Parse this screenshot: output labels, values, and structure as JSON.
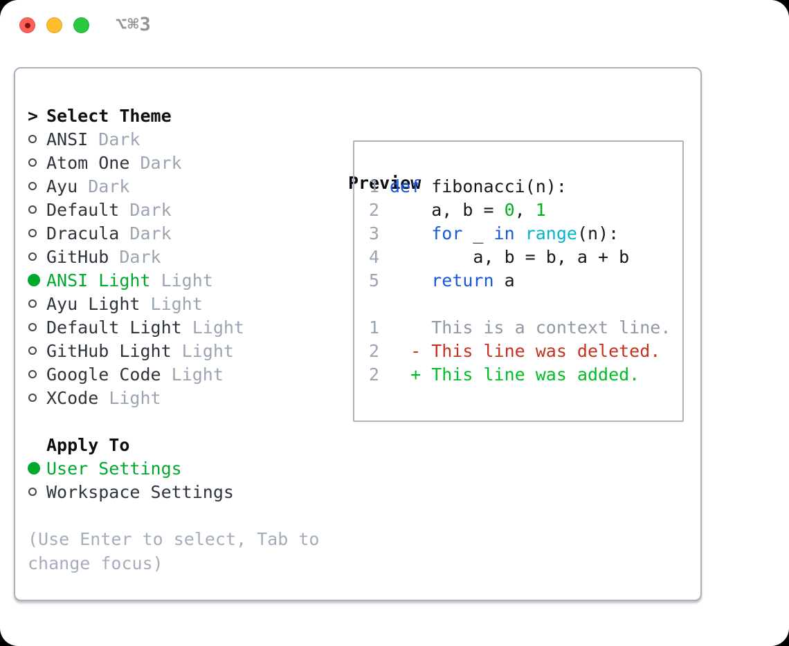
{
  "window": {
    "shortcut": "⌥⌘3",
    "traffic_lights": [
      "close",
      "minimize",
      "zoom"
    ]
  },
  "theme_picker": {
    "title": "Select Theme",
    "items": [
      {
        "name": "ANSI",
        "tag": "Dark",
        "selected": false
      },
      {
        "name": "Atom One",
        "tag": "Dark",
        "selected": false
      },
      {
        "name": "Ayu",
        "tag": "Dark",
        "selected": false
      },
      {
        "name": "Default",
        "tag": "Dark",
        "selected": false
      },
      {
        "name": "Dracula",
        "tag": "Dark",
        "selected": false
      },
      {
        "name": "GitHub",
        "tag": "Dark",
        "selected": false
      },
      {
        "name": "ANSI Light",
        "tag": "Light",
        "selected": true
      },
      {
        "name": "Ayu Light",
        "tag": "Light",
        "selected": false
      },
      {
        "name": "Default Light",
        "tag": "Light",
        "selected": false
      },
      {
        "name": "GitHub Light",
        "tag": "Light",
        "selected": false
      },
      {
        "name": "Google Code",
        "tag": "Light",
        "selected": false
      },
      {
        "name": "XCode",
        "tag": "Light",
        "selected": false
      }
    ],
    "apply_to": {
      "title": "Apply To",
      "options": [
        {
          "name": "User Settings",
          "selected": true
        },
        {
          "name": "Workspace Settings",
          "selected": false
        }
      ]
    },
    "hint_line1": "(Use Enter to select, Tab to",
    "hint_line2": "change focus)"
  },
  "preview": {
    "title": "Preview",
    "lines": [
      {
        "kind": "code",
        "no": "1",
        "segments": [
          {
            "t": "def",
            "c": "kw"
          },
          {
            "t": " fibonacci(n):",
            "c": "plain"
          }
        ]
      },
      {
        "kind": "code",
        "no": "2",
        "segments": [
          {
            "t": "    a, b = ",
            "c": "plain"
          },
          {
            "t": "0",
            "c": "num"
          },
          {
            "t": ", ",
            "c": "plain"
          },
          {
            "t": "1",
            "c": "num"
          }
        ]
      },
      {
        "kind": "code",
        "no": "3",
        "segments": [
          {
            "t": "    ",
            "c": "plain"
          },
          {
            "t": "for",
            "c": "kw"
          },
          {
            "t": " _ ",
            "c": "plain"
          },
          {
            "t": "in",
            "c": "kw"
          },
          {
            "t": " ",
            "c": "plain"
          },
          {
            "t": "range",
            "c": "fn"
          },
          {
            "t": "(n):",
            "c": "plain"
          }
        ]
      },
      {
        "kind": "code",
        "no": "4",
        "segments": [
          {
            "t": "        a, b = b, a + b",
            "c": "plain"
          }
        ]
      },
      {
        "kind": "code",
        "no": "5",
        "segments": [
          {
            "t": "    ",
            "c": "plain"
          },
          {
            "t": "return",
            "c": "kw"
          },
          {
            "t": " a",
            "c": "plain"
          }
        ]
      },
      {
        "kind": "blank",
        "no": "",
        "segments": []
      },
      {
        "kind": "context-diff",
        "no": "1",
        "segments": [
          {
            "t": "    This is a context line.",
            "c": "ctx"
          }
        ]
      },
      {
        "kind": "deleted-diff",
        "no": "2",
        "segments": [
          {
            "t": "  - This line was deleted.",
            "c": "del"
          }
        ]
      },
      {
        "kind": "added-diff",
        "no": "2",
        "segments": [
          {
            "t": "  + This line was added.",
            "c": "add"
          }
        ]
      }
    ]
  },
  "colors": {
    "accent_green": "#00a82e",
    "code_blue": "#1a56db",
    "code_green": "#00b21a",
    "code_cyan": "#00b5c8",
    "diff_red": "#c5311d",
    "diff_green": "#00bd28",
    "ctx_gray": "#8f99a6",
    "lineno_gray": "#9aa3b1",
    "tag_gray": "#9aa5b3",
    "hint_gray": "#a4adbb",
    "item_text": "#2e343c",
    "window_border": "#a8b0bb",
    "preview_border": "#aab2bc",
    "shortcut_gray": "#8f949b",
    "light_red": "#ff5f57",
    "light_red_dot": "#7c150d",
    "light_yellow": "#febc2e",
    "light_green": "#28c840"
  }
}
